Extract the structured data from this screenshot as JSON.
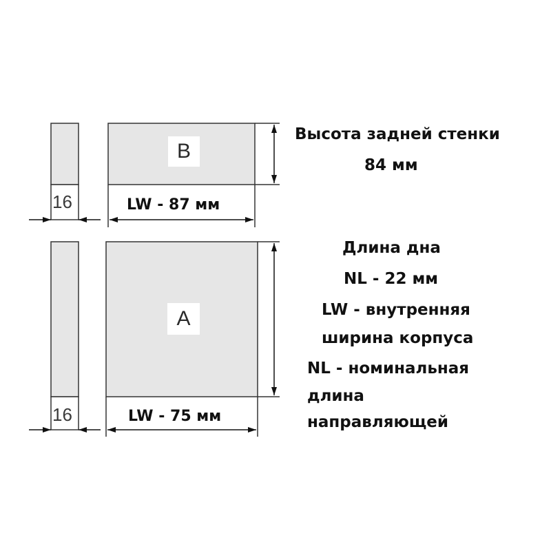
{
  "diagram": {
    "panel_b": {
      "label": "B",
      "thickness": "16",
      "width_formula": "LW - 87 мм"
    },
    "panel_a": {
      "label": "A",
      "thickness": "16",
      "width_formula": "LW - 75 мм"
    },
    "notes": {
      "back_wall_title": "Высота задней стенки",
      "back_wall_value": "84 мм",
      "bottom_length_title": "Длина дна",
      "bottom_length_value": "NL - 22 мм",
      "lw_def_line1": "LW - внутренняя",
      "lw_def_line2": "ширина корпуса",
      "nl_def_line1": "NL - номинальная",
      "nl_def_line2": "длина",
      "nl_def_line3": "направляющей"
    },
    "colors": {
      "panel_fill": "#e6e6e6",
      "line": "#222222",
      "text": "#111111"
    }
  }
}
